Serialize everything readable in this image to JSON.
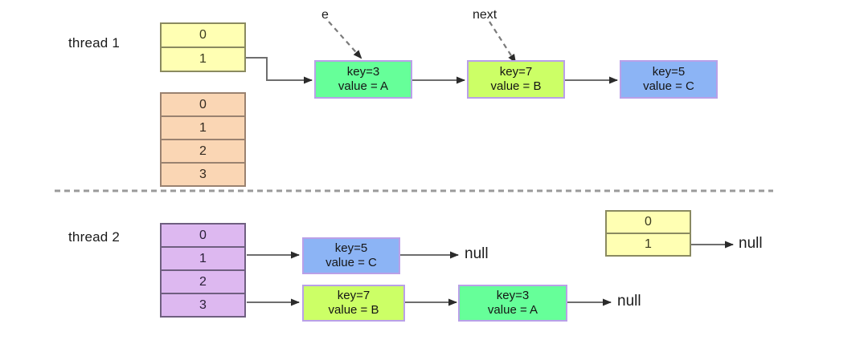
{
  "diagram": {
    "title": "HashMap resize race condition between two threads",
    "divider": "dashed-horizontal-separator",
    "colors": {
      "node_green": "#66ff99",
      "node_lime": "#ccff66",
      "node_blue": "#8cb4f5",
      "node_border": "#b9a0e8",
      "table_yellow": "#ffffb3",
      "table_orange": "#fad6b4",
      "table_purple": "#ddb8f0",
      "arrow": "#6e6e6e",
      "arrow_head": "#2b2b2b",
      "text": "#1b1b1b"
    }
  },
  "thread1": {
    "label": "thread 1",
    "yellow_table": {
      "name": "old-bucket-array",
      "cells": [
        "0",
        "1"
      ]
    },
    "orange_table": {
      "name": "new-bucket-array",
      "cells": [
        "0",
        "1",
        "2",
        "3"
      ]
    },
    "pointers": [
      {
        "name": "e",
        "label": "e",
        "target": "node-key-3"
      },
      {
        "name": "next",
        "label": "next",
        "target": "node-key-7"
      }
    ],
    "nodes": [
      {
        "key": "key=3",
        "value": "value = A",
        "color": "green"
      },
      {
        "key": "key=7",
        "value": "value = B",
        "color": "lime"
      },
      {
        "key": "key=5",
        "value": "value = C",
        "color": "blue"
      }
    ]
  },
  "thread2": {
    "label": "thread 2",
    "purple_table": {
      "name": "resized-bucket-array",
      "cells": [
        "0",
        "1",
        "2",
        "3"
      ]
    },
    "yellow_table": {
      "name": "old-bucket-array",
      "cells": [
        "0",
        "1"
      ]
    },
    "chain_bucket1": {
      "nodes": [
        {
          "key": "key=5",
          "value": "value = C",
          "color": "blue"
        }
      ],
      "terminator": "null"
    },
    "chain_bucket3": {
      "nodes": [
        {
          "key": "key=7",
          "value": "value = B",
          "color": "lime"
        },
        {
          "key": "key=3",
          "value": "value = A",
          "color": "green"
        }
      ],
      "terminator": "null"
    },
    "yellow_table_terminator": "null"
  }
}
